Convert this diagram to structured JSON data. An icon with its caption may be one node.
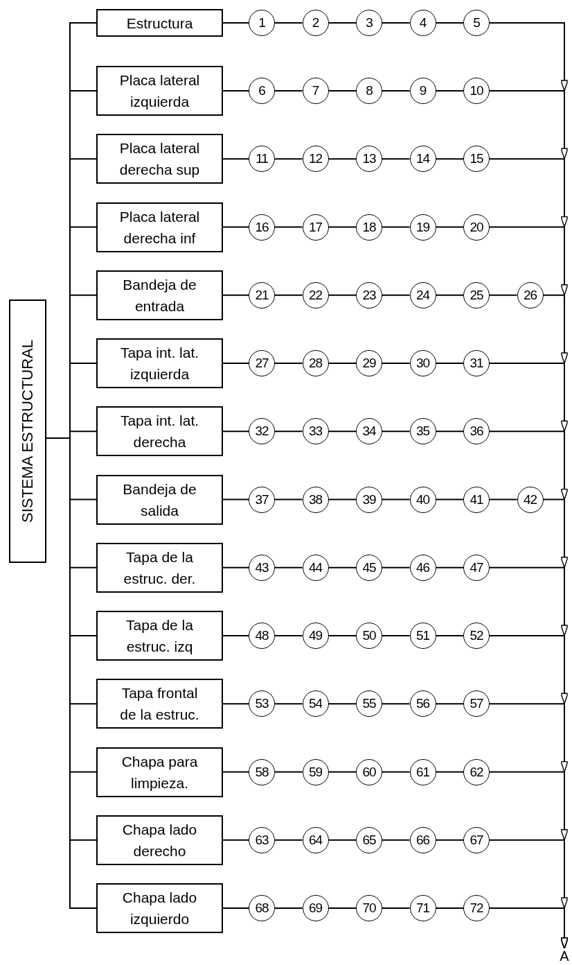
{
  "diagram": {
    "nodes": [
      {
        "text": [
          "SISTEMA ESTRUCTURAL"
        ]
      },
      {
        "text": [
          "Estructura"
        ]
      },
      {
        "text": [
          "1"
        ]
      },
      {
        "text": [
          "2"
        ]
      },
      {
        "text": [
          "3"
        ]
      },
      {
        "text": [
          "4"
        ]
      },
      {
        "text": [
          "5"
        ]
      },
      {
        "text": [
          "Placa lateral izquierda"
        ]
      },
      {
        "text": [
          "6"
        ]
      },
      {
        "text": [
          "7"
        ]
      },
      {
        "text": [
          "8"
        ]
      },
      {
        "text": [
          "9"
        ]
      },
      {
        "text": [
          "10"
        ]
      },
      {
        "text": [
          "Placa lateral derecha sup"
        ]
      },
      {
        "text": [
          "11"
        ]
      },
      {
        "text": [
          "12"
        ]
      },
      {
        "text": [
          "13"
        ]
      },
      {
        "text": [
          "14"
        ]
      },
      {
        "text": [
          "15"
        ]
      },
      {
        "text": [
          "Placa lateral derecha inf"
        ]
      },
      {
        "text": [
          "16"
        ]
      },
      {
        "text": [
          "17"
        ]
      },
      {
        "text": [
          "18"
        ]
      },
      {
        "text": [
          "19"
        ]
      },
      {
        "text": [
          "20"
        ]
      },
      {
        "text": [
          "Bandeja de entrada"
        ]
      },
      {
        "text": [
          "21"
        ]
      },
      {
        "text": [
          "22"
        ]
      },
      {
        "text": [
          "23"
        ]
      },
      {
        "text": [
          "24"
        ]
      },
      {
        "text": [
          "25"
        ]
      },
      {
        "text": [
          "26"
        ]
      },
      {
        "text": [
          "Tapa int. lat. izquierda"
        ]
      },
      {
        "text": [
          "27"
        ]
      },
      {
        "text": [
          "28"
        ]
      },
      {
        "text": [
          "29"
        ]
      },
      {
        "text": [
          "30"
        ]
      },
      {
        "text": [
          "31"
        ]
      },
      {
        "text": [
          "Tapa int. lat. derecha"
        ]
      },
      {
        "text": [
          "32"
        ]
      },
      {
        "text": [
          "33"
        ]
      },
      {
        "text": [
          "34"
        ]
      },
      {
        "text": [
          "35"
        ]
      },
      {
        "text": [
          "36"
        ]
      },
      {
        "text": [
          "Bandeja de salida"
        ]
      },
      {
        "text": [
          "37"
        ]
      },
      {
        "text": [
          "38"
        ]
      },
      {
        "text": [
          "39"
        ]
      },
      {
        "text": [
          "40"
        ]
      },
      {
        "text": [
          "41"
        ]
      },
      {
        "text": [
          "42"
        ]
      },
      {
        "text": [
          "Tapa de la estruc. der."
        ]
      },
      {
        "text": [
          "43"
        ]
      },
      {
        "text": [
          "44"
        ]
      },
      {
        "text": [
          "45"
        ]
      },
      {
        "text": [
          "46"
        ]
      },
      {
        "text": [
          "47"
        ]
      },
      {
        "text": [
          "Tapa de la estruc. izq"
        ]
      },
      {
        "text": [
          "48"
        ]
      },
      {
        "text": [
          "49"
        ]
      },
      {
        "text": [
          "50"
        ]
      },
      {
        "text": [
          "51"
        ]
      },
      {
        "text": [
          "52"
        ]
      },
      {
        "text": [
          "Tapa frontal de la estruc."
        ]
      },
      {
        "text": [
          "53"
        ]
      },
      {
        "text": [
          "54"
        ]
      },
      {
        "text": [
          "55"
        ]
      },
      {
        "text": [
          "56"
        ]
      },
      {
        "text": [
          "57"
        ]
      },
      {
        "text": [
          "Chapa para limpieza."
        ]
      },
      {
        "text": [
          "58"
        ]
      },
      {
        "text": [
          "59"
        ]
      },
      {
        "text": [
          "60"
        ]
      },
      {
        "text": [
          "61"
        ]
      },
      {
        "text": [
          "62"
        ]
      },
      {
        "text": [
          "Chapa lado derecho"
        ]
      },
      {
        "text": [
          "63"
        ]
      },
      {
        "text": [
          "64"
        ]
      },
      {
        "text": [
          "65"
        ]
      },
      {
        "text": [
          "66"
        ]
      },
      {
        "text": [
          "67"
        ]
      },
      {
        "text": [
          "Chapa lado izquierdo"
        ]
      },
      {
        "text": [
          "68"
        ]
      },
      {
        "text": [
          "69"
        ]
      },
      {
        "text": [
          "70"
        ]
      },
      {
        "text": [
          "71"
        ]
      },
      {
        "text": [
          "72"
        ]
      },
      {
        "text": [
          "A"
        ]
      }
    ],
    "edges": [
      {
        "from": 0,
        "to": 1,
        "arrow": "none"
      },
      {
        "from": 1,
        "to": 2,
        "arrow": "none"
      },
      {
        "from": 2,
        "to": 3,
        "arrow": "none"
      },
      {
        "from": 3,
        "to": 4,
        "arrow": "none"
      },
      {
        "from": 4,
        "to": 5,
        "arrow": "none"
      },
      {
        "from": 5,
        "to": 6,
        "arrow": "none"
      },
      {
        "from": 6,
        "to": 87,
        "arrow": "to"
      },
      {
        "from": 0,
        "to": 7,
        "arrow": "none"
      },
      {
        "from": 7,
        "to": 8,
        "arrow": "none"
      },
      {
        "from": 8,
        "to": 9,
        "arrow": "none"
      },
      {
        "from": 9,
        "to": 10,
        "arrow": "none"
      },
      {
        "from": 10,
        "to": 11,
        "arrow": "none"
      },
      {
        "from": 11,
        "to": 12,
        "arrow": "none"
      },
      {
        "from": 12,
        "to": 87,
        "arrow": "to"
      },
      {
        "from": 0,
        "to": 13,
        "arrow": "none"
      },
      {
        "from": 13,
        "to": 14,
        "arrow": "none"
      },
      {
        "from": 14,
        "to": 15,
        "arrow": "none"
      },
      {
        "from": 15,
        "to": 16,
        "arrow": "none"
      },
      {
        "from": 16,
        "to": 17,
        "arrow": "none"
      },
      {
        "from": 17,
        "to": 18,
        "arrow": "none"
      },
      {
        "from": 18,
        "to": 87,
        "arrow": "to"
      },
      {
        "from": 0,
        "to": 19,
        "arrow": "none"
      },
      {
        "from": 19,
        "to": 20,
        "arrow": "none"
      },
      {
        "from": 20,
        "to": 21,
        "arrow": "none"
      },
      {
        "from": 21,
        "to": 22,
        "arrow": "none"
      },
      {
        "from": 22,
        "to": 23,
        "arrow": "none"
      },
      {
        "from": 23,
        "to": 24,
        "arrow": "none"
      },
      {
        "from": 24,
        "to": 87,
        "arrow": "to"
      },
      {
        "from": 0,
        "to": 25,
        "arrow": "none"
      },
      {
        "from": 25,
        "to": 26,
        "arrow": "none"
      },
      {
        "from": 26,
        "to": 27,
        "arrow": "none"
      },
      {
        "from": 27,
        "to": 28,
        "arrow": "none"
      },
      {
        "from": 28,
        "to": 29,
        "arrow": "none"
      },
      {
        "from": 29,
        "to": 30,
        "arrow": "none"
      },
      {
        "from": 30,
        "to": 31,
        "arrow": "none"
      },
      {
        "from": 31,
        "to": 87,
        "arrow": "to"
      },
      {
        "from": 0,
        "to": 32,
        "arrow": "none"
      },
      {
        "from": 32,
        "to": 33,
        "arrow": "none"
      },
      {
        "from": 33,
        "to": 34,
        "arrow": "none"
      },
      {
        "from": 34,
        "to": 35,
        "arrow": "none"
      },
      {
        "from": 35,
        "to": 36,
        "arrow": "none"
      },
      {
        "from": 36,
        "to": 37,
        "arrow": "none"
      },
      {
        "from": 37,
        "to": 87,
        "arrow": "to"
      },
      {
        "from": 0,
        "to": 38,
        "arrow": "none"
      },
      {
        "from": 38,
        "to": 39,
        "arrow": "none"
      },
      {
        "from": 39,
        "to": 40,
        "arrow": "none"
      },
      {
        "from": 40,
        "to": 41,
        "arrow": "none"
      },
      {
        "from": 41,
        "to": 42,
        "arrow": "none"
      },
      {
        "from": 42,
        "to": 43,
        "arrow": "none"
      },
      {
        "from": 43,
        "to": 87,
        "arrow": "to"
      },
      {
        "from": 0,
        "to": 44,
        "arrow": "none"
      },
      {
        "from": 44,
        "to": 45,
        "arrow": "none"
      },
      {
        "from": 45,
        "to": 46,
        "arrow": "none"
      },
      {
        "from": 46,
        "to": 47,
        "arrow": "none"
      },
      {
        "from": 47,
        "to": 48,
        "arrow": "none"
      },
      {
        "from": 48,
        "to": 49,
        "arrow": "none"
      },
      {
        "from": 49,
        "to": 50,
        "arrow": "none"
      },
      {
        "from": 50,
        "to": 87,
        "arrow": "to"
      },
      {
        "from": 0,
        "to": 51,
        "arrow": "none"
      },
      {
        "from": 51,
        "to": 52,
        "arrow": "none"
      },
      {
        "from": 52,
        "to": 53,
        "arrow": "none"
      },
      {
        "from": 53,
        "to": 54,
        "arrow": "none"
      },
      {
        "from": 54,
        "to": 55,
        "arrow": "none"
      },
      {
        "from": 55,
        "to": 56,
        "arrow": "none"
      },
      {
        "from": 56,
        "to": 87,
        "arrow": "to"
      },
      {
        "from": 0,
        "to": 57,
        "arrow": "none"
      },
      {
        "from": 57,
        "to": 58,
        "arrow": "none"
      },
      {
        "from": 58,
        "to": 59,
        "arrow": "none"
      },
      {
        "from": 59,
        "to": 60,
        "arrow": "none"
      },
      {
        "from": 60,
        "to": 61,
        "arrow": "none"
      },
      {
        "from": 61,
        "to": 62,
        "arrow": "none"
      },
      {
        "from": 62,
        "to": 87,
        "arrow": "to"
      },
      {
        "from": 0,
        "to": 63,
        "arrow": "none"
      },
      {
        "from": 63,
        "to": 64,
        "arrow": "none"
      },
      {
        "from": 64,
        "to": 65,
        "arrow": "none"
      },
      {
        "from": 65,
        "to": 66,
        "arrow": "none"
      },
      {
        "from": 66,
        "to": 67,
        "arrow": "none"
      },
      {
        "from": 67,
        "to": 68,
        "arrow": "none"
      },
      {
        "from": 68,
        "to": 87,
        "arrow": "to"
      },
      {
        "from": 0,
        "to": 69,
        "arrow": "none"
      },
      {
        "from": 69,
        "to": 70,
        "arrow": "none"
      },
      {
        "from": 70,
        "to": 71,
        "arrow": "none"
      },
      {
        "from": 71,
        "to": 72,
        "arrow": "none"
      },
      {
        "from": 72,
        "to": 73,
        "arrow": "none"
      },
      {
        "from": 73,
        "to": 74,
        "arrow": "none"
      },
      {
        "from": 74,
        "to": 87,
        "arrow": "to"
      },
      {
        "from": 0,
        "to": 75,
        "arrow": "none"
      },
      {
        "from": 75,
        "to": 76,
        "arrow": "none"
      },
      {
        "from": 76,
        "to": 77,
        "arrow": "none"
      },
      {
        "from": 77,
        "to": 78,
        "arrow": "none"
      },
      {
        "from": 78,
        "to": 79,
        "arrow": "none"
      },
      {
        "from": 79,
        "to": 80,
        "arrow": "none"
      },
      {
        "from": 80,
        "to": 87,
        "arrow": "to"
      },
      {
        "from": 0,
        "to": 81,
        "arrow": "none"
      },
      {
        "from": 81,
        "to": 82,
        "arrow": "none"
      },
      {
        "from": 82,
        "to": 83,
        "arrow": "none"
      },
      {
        "from": 83,
        "to": 84,
        "arrow": "none"
      },
      {
        "from": 84,
        "to": 85,
        "arrow": "none"
      },
      {
        "from": 85,
        "to": 86,
        "arrow": "none"
      },
      {
        "from": 86,
        "to": 87,
        "arrow": "to"
      }
    ]
  }
}
